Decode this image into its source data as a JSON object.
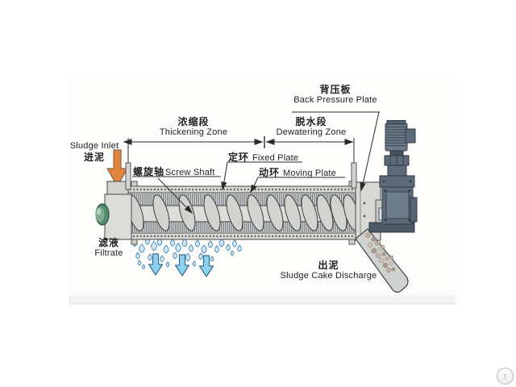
{
  "labels": {
    "back_pressure": {
      "zh": "背压板",
      "en": "Back Pressure Plate"
    },
    "thickening_zone": {
      "zh": "浓缩段",
      "en": "Thickening Zone"
    },
    "dewatering_zone": {
      "zh": "脱水段",
      "en": "Dewatering Zone"
    },
    "fixed_plate": {
      "zh": "定环",
      "en": "Fixed Plate"
    },
    "moving_plate": {
      "zh": "动环",
      "en": "Moving Plate"
    },
    "screw_shaft": {
      "zh": "螺旋轴",
      "en": "Screw Shaft"
    },
    "sludge_inlet": {
      "en": "Sludge Inlet",
      "zh": "进泥"
    },
    "filtrate": {
      "zh": "滤液",
      "en": "Filtrate"
    },
    "sludge_cake_discharge": {
      "zh": "出泥",
      "en": "Sludge Cake Discharge"
    }
  },
  "icons": {
    "back_to_top": "↑"
  },
  "colors": {
    "inlet_arrow_orange": "#e2833e",
    "filtrate_arrow_blue": "#8ed1ef",
    "droplet_blue": "#3f85b5",
    "bearing_cap_green": "#55896c",
    "machine_gray": "#dcddd9",
    "motor_gray": "#5c6b79",
    "sludge_brown": "#b9a89b",
    "line_dark": "#2b2b2b"
  }
}
